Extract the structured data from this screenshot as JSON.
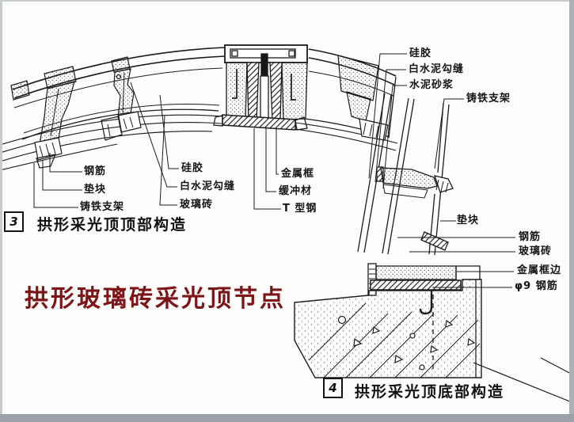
{
  "page": {
    "background": "#fdfdfb",
    "frame_color": "#9ba1a6",
    "line_color": "#1b1b1b"
  },
  "title": {
    "text": "拱形玻璃砖采光顶节点",
    "color": "#7d1417"
  },
  "figure_top": {
    "number": "3",
    "caption": "拱形采光顶顶部构造",
    "labels": {
      "rebar": "钢筋",
      "spacer": "垫块",
      "cast_iron_bracket": "铸铁支架",
      "silicone": "硅胶",
      "white_cement_joint": "白水泥勾缝",
      "glass_brick": "玻璃砖",
      "metal_frame": "金属框",
      "buffer_material": "缓冲材",
      "t_steel": "T 型钢"
    }
  },
  "figure_bottom": {
    "number": "4",
    "caption": "拱形采光顶底部构造",
    "labels": {
      "silicone": "硅胶",
      "white_cement_joint": "白水泥勾缝",
      "cement_mortar": "水泥砂浆",
      "cast_iron_bracket": "铸铁支架",
      "spacer": "垫块",
      "rebar": "钢筋",
      "glass_brick": "玻璃砖",
      "metal_frame_edge": "金属框边",
      "phi9_rebar": "φ9 钢筋"
    }
  }
}
